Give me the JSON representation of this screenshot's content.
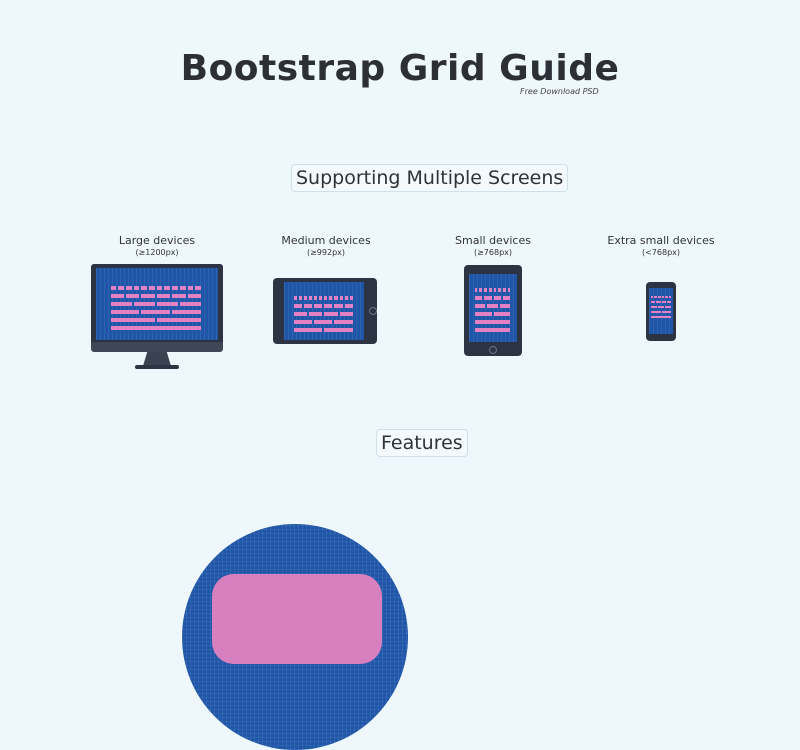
{
  "header": {
    "title": "Bootstrap Grid Guide",
    "subtitle": "Free Download PSD"
  },
  "sections": {
    "screens_heading": "Supporting Multiple Screens",
    "features_heading": "Features"
  },
  "devices": [
    {
      "name": "Large devices",
      "size": "(≥1200px)"
    },
    {
      "name": "Medium devices",
      "size": "(≥992px)"
    },
    {
      "name": "Small devices",
      "size": "(≥768px)"
    },
    {
      "name": "Extra small devices",
      "size": "(<768px)"
    }
  ],
  "colors": {
    "background": "#eef7fc",
    "screen_blue": "#1f56a8",
    "grid_pink": "#e480c4",
    "device_dark": "#2c3342"
  }
}
